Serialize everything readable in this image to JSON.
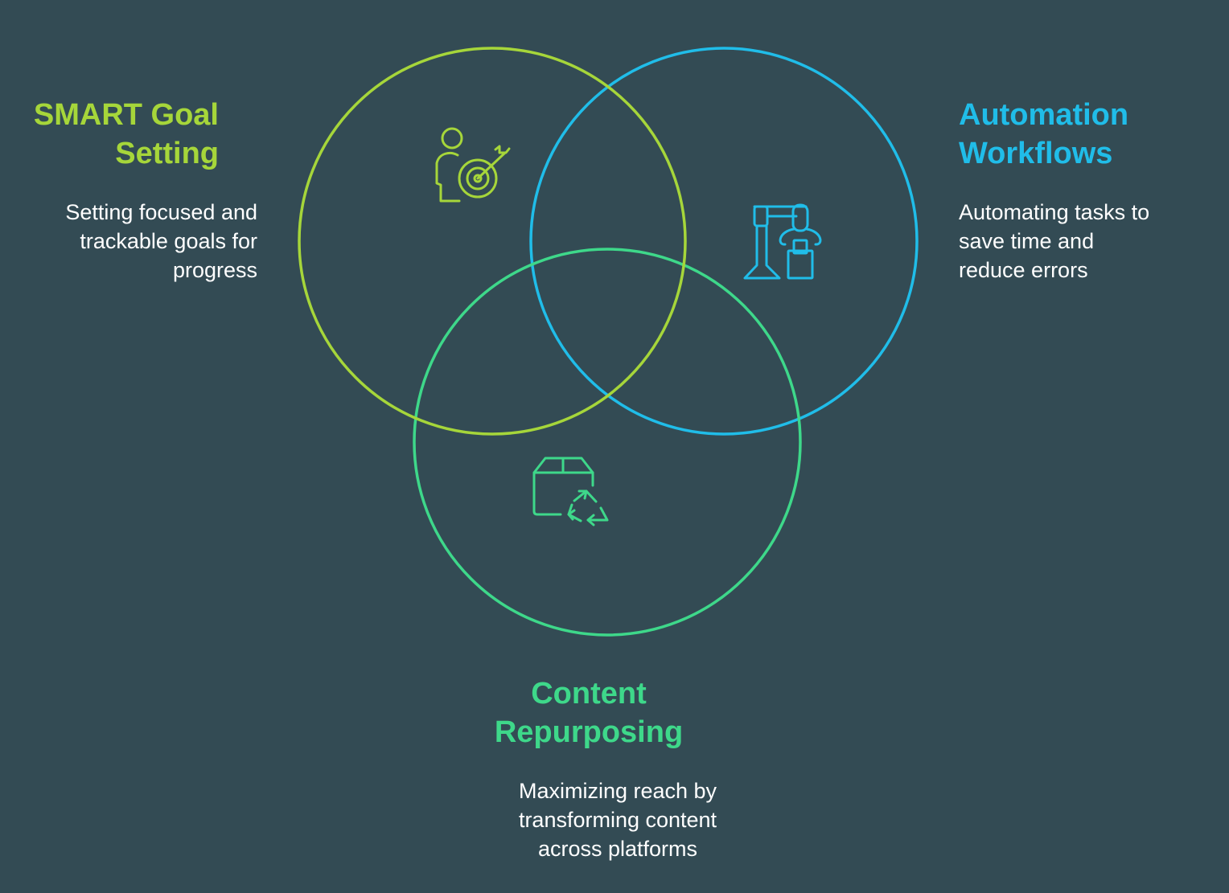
{
  "colors": {
    "background": "#334b54",
    "smart": "#a6d63a",
    "automation": "#20bde9",
    "content": "#3ed88a",
    "text": "#ffffff"
  },
  "smart_goal": {
    "title_lines": [
      "SMART Goal",
      "Setting"
    ],
    "description_lines": [
      "Setting focused and",
      "trackable goals for",
      "progress"
    ],
    "icon": "person-target-icon"
  },
  "automation": {
    "title_lines": [
      "Automation",
      "Workflows"
    ],
    "description_lines": [
      "Automating tasks to",
      "save time and",
      "reduce errors"
    ],
    "icon": "robot-arm-icon"
  },
  "content": {
    "title_lines": [
      "Content",
      "Repurposing"
    ],
    "description_lines": [
      "Maximizing reach by",
      "transforming content",
      "across platforms"
    ],
    "icon": "box-recycle-icon"
  }
}
